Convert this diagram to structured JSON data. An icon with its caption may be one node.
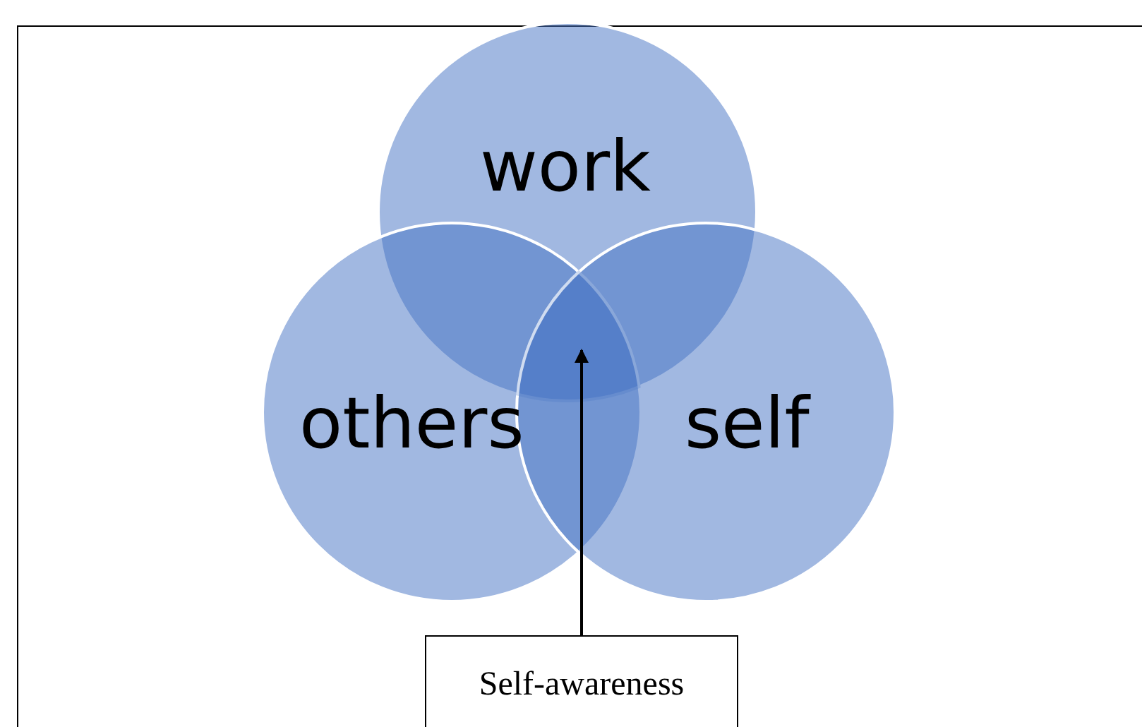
{
  "diagram": {
    "nodes": [
      {
        "text": [
          "work"
        ]
      },
      {
        "text": [
          "others"
        ]
      },
      {
        "text": [
          "self"
        ]
      },
      {
        "text": [
          "Self-awareness"
        ]
      },
      {
        "text": [],
        "shape": "region"
      }
    ],
    "edges": [
      {
        "from": 3,
        "to": 4,
        "arrow": "to"
      }
    ]
  }
}
